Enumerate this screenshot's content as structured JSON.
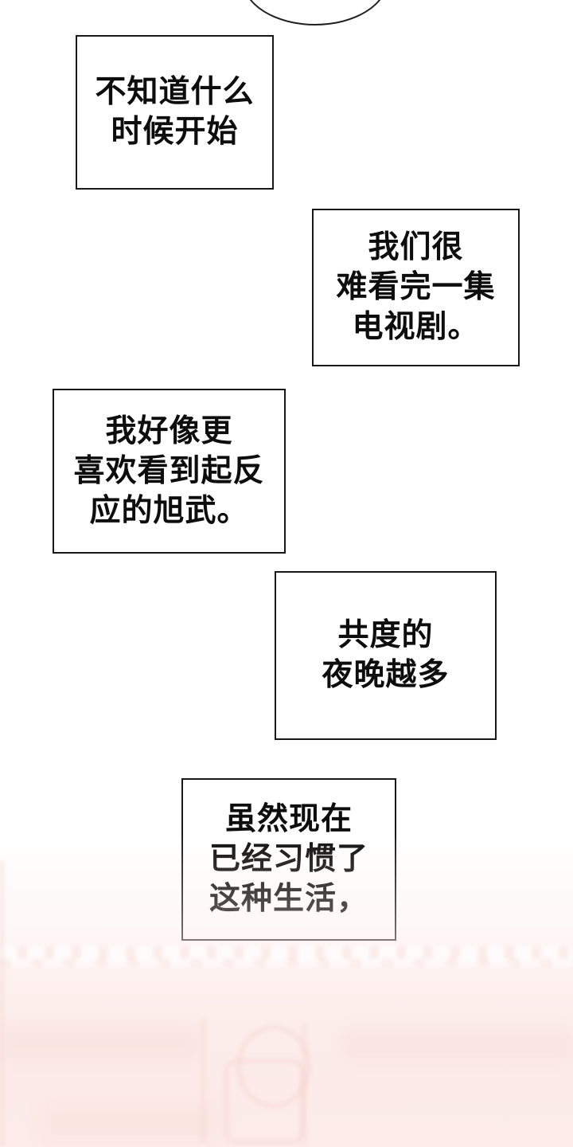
{
  "page": {
    "background_top_color": "#ffffff",
    "background_bottom_color": "#fcebe8",
    "box_border_color": "#181818",
    "text_color": "#0d0d0d"
  },
  "narration": {
    "boxes": [
      {
        "lines": [
          "不知道什么",
          "时候开始"
        ]
      },
      {
        "lines": [
          "我们很",
          "难看完一集",
          "电视剧。"
        ]
      },
      {
        "lines": [
          "我好像更",
          "喜欢看到起反",
          "应的旭武。"
        ]
      },
      {
        "lines": [
          "共度的",
          "夜晚越多"
        ]
      },
      {
        "lines": [
          "虽然现在",
          "已经习惯了",
          "这种生活，"
        ]
      }
    ]
  }
}
